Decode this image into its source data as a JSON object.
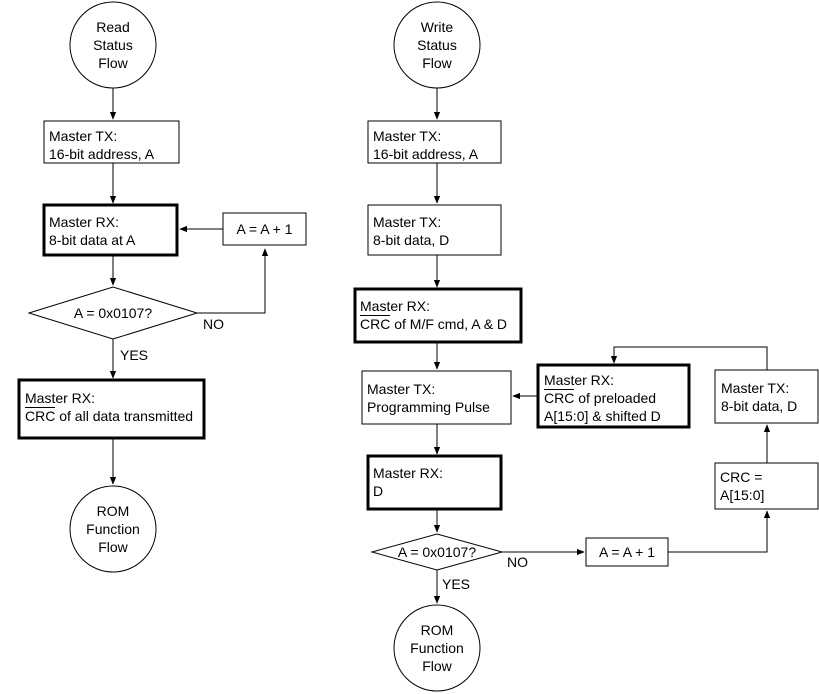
{
  "read_flow": {
    "start": [
      "Read",
      "Status",
      "Flow"
    ],
    "tx_address": [
      "Master TX:",
      "16-bit address, A"
    ],
    "rx_data": [
      "Master RX:",
      "8-bit data at A"
    ],
    "increment": "A = A + 1",
    "decision": "A = 0x0107?",
    "no_label": "NO",
    "yes_label": "YES",
    "rx_crc_title": "Master RX:",
    "rx_crc_overline": "CRC",
    "rx_crc_rest": " of all data transmitted",
    "end": [
      "ROM",
      "Function",
      "Flow"
    ]
  },
  "write_flow": {
    "start": [
      "Write",
      "Status",
      "Flow"
    ],
    "tx_address": [
      "Master TX:",
      "16-bit address, A"
    ],
    "tx_data": [
      "Master TX:",
      "8-bit data, D"
    ],
    "rx_crc_title": "Master RX:",
    "rx_crc_overline": "CRC",
    "rx_crc_rest": " of M/F cmd, A & D",
    "tx_pulse": [
      "Master TX:",
      "Programming Pulse"
    ],
    "rx_preload_title": "Master RX:",
    "rx_preload_overline": "CRC",
    "rx_preload_rest": " of preloaded",
    "rx_preload_line3": "A[15:0] & shifted D",
    "tx_data_loop": [
      "Master TX:",
      "8-bit data, D"
    ],
    "rx_d": [
      "Master RX:",
      "D"
    ],
    "crc_assign": [
      "CRC =",
      "A[15:0]"
    ],
    "decision": "A = 0x0107?",
    "no_label": "NO",
    "yes_label": "YES",
    "increment": "A = A + 1",
    "end": [
      "ROM",
      "Function",
      "Flow"
    ]
  }
}
